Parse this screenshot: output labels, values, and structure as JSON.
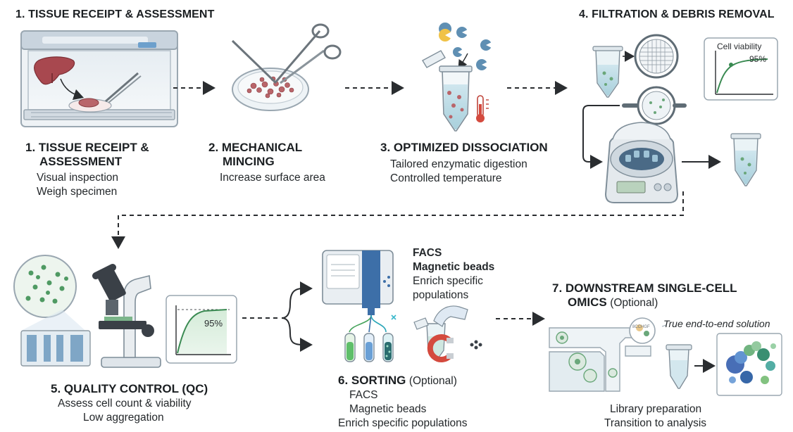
{
  "headers": {
    "step1": "1. TISSUE RECEIPT & ASSESSMENT",
    "step4": "4. FILTRATION & DEBRIS REMOVAL"
  },
  "steps": {
    "s1": {
      "title_line1": "1. TISSUE RECEIPT &",
      "title_line2": "ASSESSMENT",
      "lines": [
        "Visual inspection",
        "Weigh specimen"
      ]
    },
    "s2": {
      "title_line1": "2. MECHANICAL",
      "title_line2": "MINCING",
      "lines": [
        "Increase surface area"
      ]
    },
    "s3": {
      "title": "3. OPTIMIZED DISSOCIATION",
      "lines": [
        "Tailored enzymatic digestion",
        "Controlled temperature"
      ]
    },
    "s5": {
      "title": "5. QUALITY CONTROL (QC)",
      "lines": [
        "Assess cell count & viability",
        "Low aggregation"
      ]
    },
    "s6": {
      "title": "6. SORTING",
      "title_suffix": "(Optional)",
      "lines": [
        "FACS",
        "Magnetic beads",
        "Enrich specific populations"
      ]
    },
    "s7": {
      "title_line1": "7. DOWNSTREAM SINGLE-CELL",
      "title_line2": "OMICS",
      "title_suffix": "(Optional)",
      "lines": [
        "Library preparation",
        "Transition to analysis"
      ]
    }
  },
  "callouts": {
    "viability_label": "Cell viability",
    "viability_top": "95%",
    "viability_qc": "95%",
    "sorting_facs": "FACS",
    "sorting_beads": "Magnetic beads",
    "sorting_enrich_1": "Enrich specific",
    "sorting_enrich_2": "populations",
    "end_to_end": "True end-to-end solution",
    "screen_text": "8CCHGF"
  },
  "colors": {
    "text": "#1f2326",
    "cell_green": "#4f9a63",
    "curve_green": "#3a8a52",
    "tissue": "#b9656a",
    "tube_fill": "#d7ebf0",
    "arrow": "#2a2d30",
    "facs_blue": "#3d6fa8",
    "beads_dark": "#2b2f36",
    "magnet_red": "#d44a3e"
  }
}
